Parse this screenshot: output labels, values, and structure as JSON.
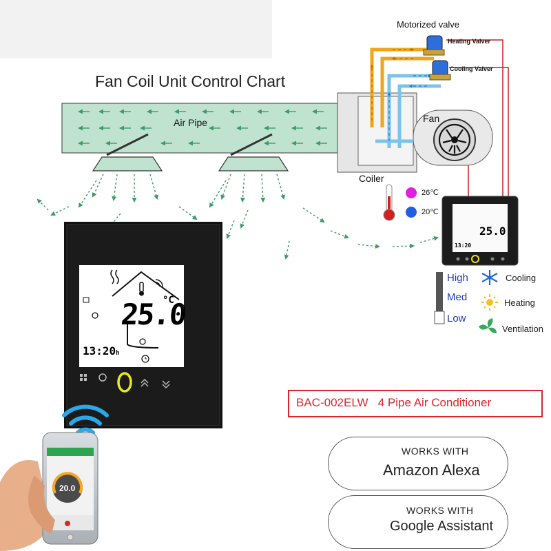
{
  "diagram": {
    "title": "Fan Coil Unit Control Chart",
    "labels": {
      "motorized_valve": "Motorized valve",
      "heating_valve": "Heating Valver",
      "cooling_valve": "Cooling Valver",
      "air_pipe": "Air Pipe",
      "fan": "Fan",
      "coiler": "Coiler",
      "temp_hot": "26℃",
      "temp_cold": "20℃"
    },
    "fan_speeds": [
      "High",
      "Med",
      "Low"
    ],
    "modes": [
      {
        "label": "Cooling",
        "icon": "snowflake-icon"
      },
      {
        "label": "Heating",
        "icon": "sun-icon"
      },
      {
        "label": "Ventilation",
        "icon": "fan-icon"
      }
    ],
    "colors": {
      "airflow": "#3f9a6a",
      "duct_fill": "#bfe3cf",
      "hot_pipe": "#f0a51a",
      "cold_pipe": "#7cc3ea",
      "control_wire": "#c81e1e",
      "hot_dot": "#e020e0",
      "cold_dot": "#1f5fe0"
    }
  },
  "thermostat": {
    "temperature": "25.0",
    "unit": "°C",
    "time": "13:20",
    "time_suffix": "h"
  },
  "small_thermostat": {
    "temperature": "25.0",
    "time": "13:20"
  },
  "phone": {
    "temperature": "20.0"
  },
  "product": {
    "model": "BAC-002ELW   4 Pipe Air Conditioner",
    "accent": "#d8262a"
  },
  "badges": {
    "alexa": {
      "works_with": "WORKS WITH",
      "name": "Amazon Alexa",
      "color": "#2fb5e8"
    },
    "google": {
      "works_with": "WORKS WITH",
      "name": "Google Assistant",
      "colors": [
        "#4285f4",
        "#ea4335",
        "#fbbc05",
        "#34a853"
      ]
    }
  }
}
